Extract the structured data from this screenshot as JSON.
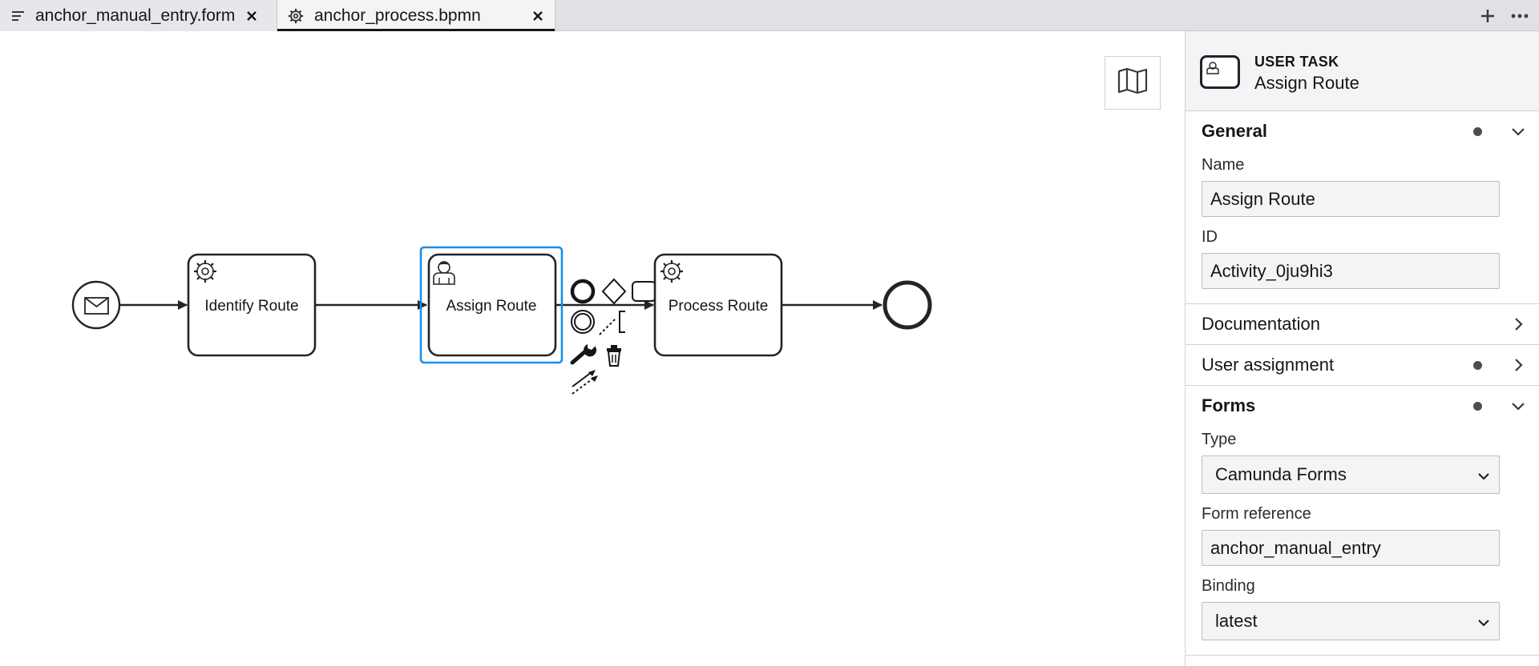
{
  "tabs": [
    {
      "label": "anchor_manual_entry.form",
      "icon": "form-lines-icon"
    },
    {
      "label": "anchor_process.bpmn",
      "icon": "gear-icon",
      "active": true
    }
  ],
  "toolbar": {
    "add_icon": "plus-icon",
    "more_icon": "ellipsis-icon"
  },
  "diagram": {
    "start_event": {
      "type": "message-start-event"
    },
    "tasks": [
      {
        "label": "Identify Route",
        "type": "service-task"
      },
      {
        "label": "Assign Route",
        "type": "user-task",
        "selected": true
      },
      {
        "label": "Process Route",
        "type": "service-task"
      }
    ],
    "end_event": {
      "type": "end-event"
    },
    "selection_color": "#1a8fe3"
  },
  "panel": {
    "header": {
      "type": "USER TASK",
      "name": "Assign Route"
    },
    "general": {
      "title": "General",
      "name_label": "Name",
      "name_value": "Assign Route",
      "id_label": "ID",
      "id_value": "Activity_0ju9hi3"
    },
    "documentation": {
      "title": "Documentation"
    },
    "user_assignment": {
      "title": "User assignment"
    },
    "forms": {
      "title": "Forms",
      "type_label": "Type",
      "type_value": "Camunda Forms",
      "form_ref_label": "Form reference",
      "form_ref_value": "anchor_manual_entry",
      "binding_label": "Binding",
      "binding_value": "latest"
    }
  }
}
